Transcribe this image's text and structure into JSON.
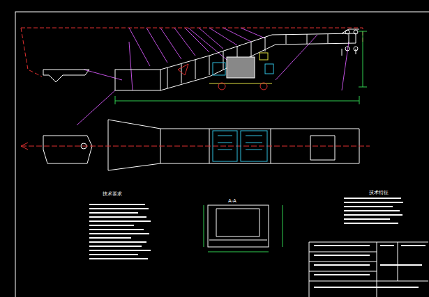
{
  "diagram": {
    "labels": [
      "技术要求",
      "A-A",
      "技术特征"
    ]
  }
}
